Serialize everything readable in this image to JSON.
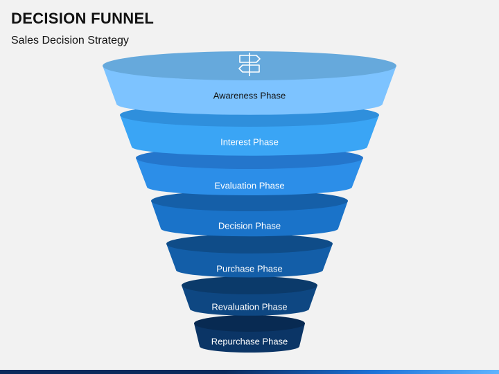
{
  "header": {
    "title": "DECISION FUNNEL",
    "subtitle": "Sales Decision Strategy"
  },
  "funnel": {
    "icon": "signpost-icon",
    "stages": [
      {
        "label": "Awareness Phase",
        "body": "#7dc3ff",
        "top": "#66a9dc",
        "text": "#111111"
      },
      {
        "label": "Interest Phase",
        "body": "#3aa5f5",
        "top": "#2f8fdc",
        "text": "#ffffff"
      },
      {
        "label": "Evaluation Phase",
        "body": "#2c8ee8",
        "top": "#2476cc",
        "text": "#ffffff"
      },
      {
        "label": "Decision Phase",
        "body": "#1a73c9",
        "top": "#155fa8",
        "text": "#ffffff"
      },
      {
        "label": "Purchase Phase",
        "body": "#135ea8",
        "top": "#0f4c88",
        "text": "#ffffff"
      },
      {
        "label": "Revaluation Phase",
        "body": "#0e4782",
        "top": "#0b3a6a",
        "text": "#ffffff"
      },
      {
        "label": "Repurchase Phase",
        "body": "#0b3566",
        "top": "#082a52",
        "text": "#ffffff"
      }
    ]
  }
}
